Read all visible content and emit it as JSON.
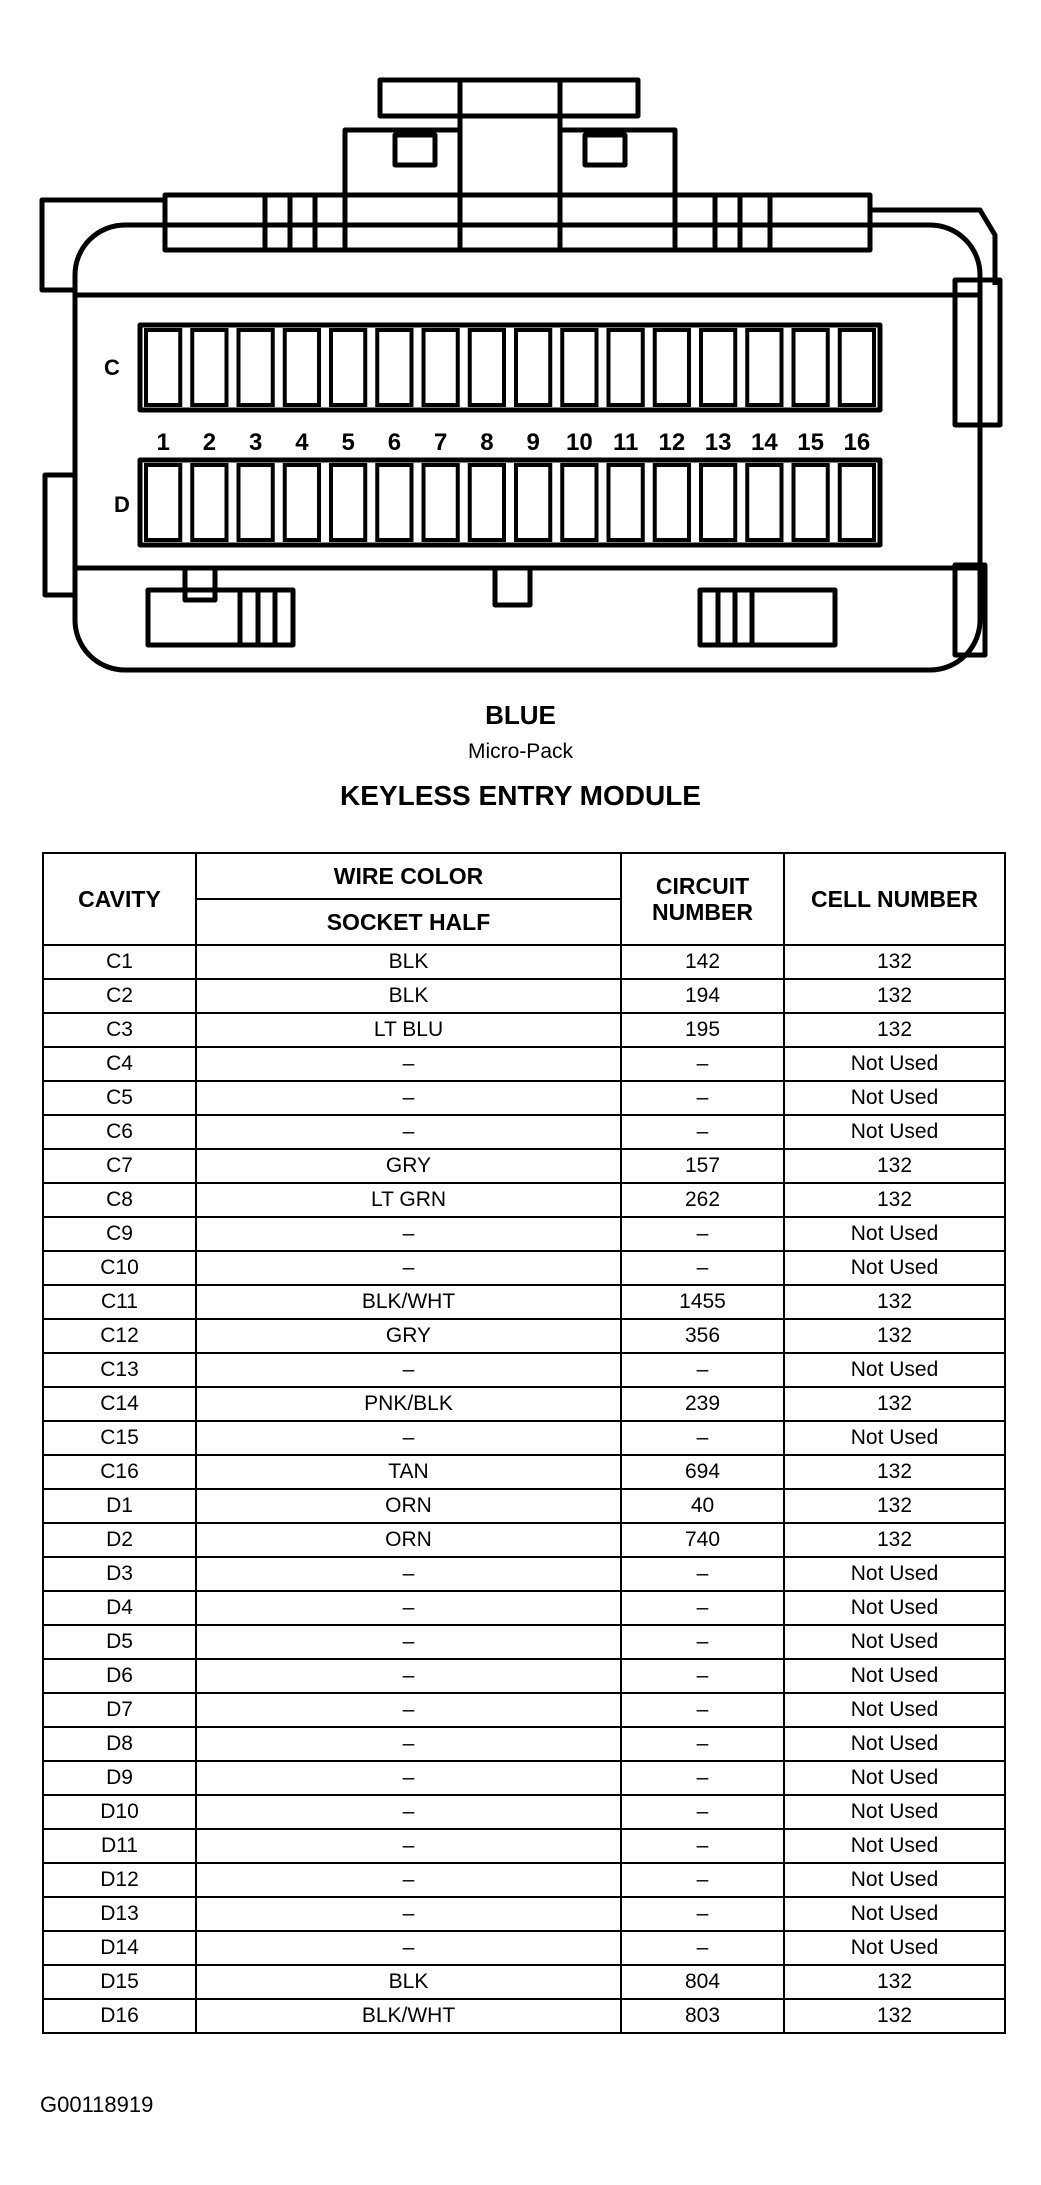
{
  "connector": {
    "row_labels": [
      "C",
      "D"
    ],
    "pin_numbers": [
      "1",
      "2",
      "3",
      "4",
      "5",
      "6",
      "7",
      "8",
      "9",
      "10",
      "11",
      "12",
      "13",
      "14",
      "15",
      "16"
    ]
  },
  "caption": {
    "color": "BLUE",
    "type": "Micro-Pack",
    "module": "KEYLESS ENTRY MODULE"
  },
  "table": {
    "headers": {
      "cavity": "CAVITY",
      "wire_color": "WIRE COLOR",
      "socket_half": "SOCKET HALF",
      "circuit_number": "CIRCUIT NUMBER",
      "cell_number": "CELL NUMBER"
    },
    "rows": [
      {
        "cavity": "C1",
        "wire": "BLK",
        "circuit": "142",
        "cell": "132"
      },
      {
        "cavity": "C2",
        "wire": "BLK",
        "circuit": "194",
        "cell": "132"
      },
      {
        "cavity": "C3",
        "wire": "LT BLU",
        "circuit": "195",
        "cell": "132"
      },
      {
        "cavity": "C4",
        "wire": "–",
        "circuit": "–",
        "cell": "Not Used"
      },
      {
        "cavity": "C5",
        "wire": "–",
        "circuit": "–",
        "cell": "Not Used"
      },
      {
        "cavity": "C6",
        "wire": "–",
        "circuit": "–",
        "cell": "Not Used"
      },
      {
        "cavity": "C7",
        "wire": "GRY",
        "circuit": "157",
        "cell": "132"
      },
      {
        "cavity": "C8",
        "wire": "LT GRN",
        "circuit": "262",
        "cell": "132"
      },
      {
        "cavity": "C9",
        "wire": "–",
        "circuit": "–",
        "cell": "Not Used"
      },
      {
        "cavity": "C10",
        "wire": "–",
        "circuit": "–",
        "cell": "Not Used"
      },
      {
        "cavity": "C11",
        "wire": "BLK/WHT",
        "circuit": "1455",
        "cell": "132"
      },
      {
        "cavity": "C12",
        "wire": "GRY",
        "circuit": "356",
        "cell": "132"
      },
      {
        "cavity": "C13",
        "wire": "–",
        "circuit": "–",
        "cell": "Not Used"
      },
      {
        "cavity": "C14",
        "wire": "PNK/BLK",
        "circuit": "239",
        "cell": "132"
      },
      {
        "cavity": "C15",
        "wire": "–",
        "circuit": "–",
        "cell": "Not Used"
      },
      {
        "cavity": "C16",
        "wire": "TAN",
        "circuit": "694",
        "cell": "132"
      },
      {
        "cavity": "D1",
        "wire": "ORN",
        "circuit": "40",
        "cell": "132"
      },
      {
        "cavity": "D2",
        "wire": "ORN",
        "circuit": "740",
        "cell": "132"
      },
      {
        "cavity": "D3",
        "wire": "–",
        "circuit": "–",
        "cell": "Not Used"
      },
      {
        "cavity": "D4",
        "wire": "–",
        "circuit": "–",
        "cell": "Not Used"
      },
      {
        "cavity": "D5",
        "wire": "–",
        "circuit": "–",
        "cell": "Not Used"
      },
      {
        "cavity": "D6",
        "wire": "–",
        "circuit": "–",
        "cell": "Not Used"
      },
      {
        "cavity": "D7",
        "wire": "–",
        "circuit": "–",
        "cell": "Not Used"
      },
      {
        "cavity": "D8",
        "wire": "–",
        "circuit": "–",
        "cell": "Not Used"
      },
      {
        "cavity": "D9",
        "wire": "–",
        "circuit": "–",
        "cell": "Not Used"
      },
      {
        "cavity": "D10",
        "wire": "–",
        "circuit": "–",
        "cell": "Not Used"
      },
      {
        "cavity": "D11",
        "wire": "–",
        "circuit": "–",
        "cell": "Not Used"
      },
      {
        "cavity": "D12",
        "wire": "–",
        "circuit": "–",
        "cell": "Not Used"
      },
      {
        "cavity": "D13",
        "wire": "–",
        "circuit": "–",
        "cell": "Not Used"
      },
      {
        "cavity": "D14",
        "wire": "–",
        "circuit": "–",
        "cell": "Not Used"
      },
      {
        "cavity": "D15",
        "wire": "BLK",
        "circuit": "804",
        "cell": "132"
      },
      {
        "cavity": "D16",
        "wire": "BLK/WHT",
        "circuit": "803",
        "cell": "132"
      }
    ]
  },
  "figure_id": "G00118919"
}
